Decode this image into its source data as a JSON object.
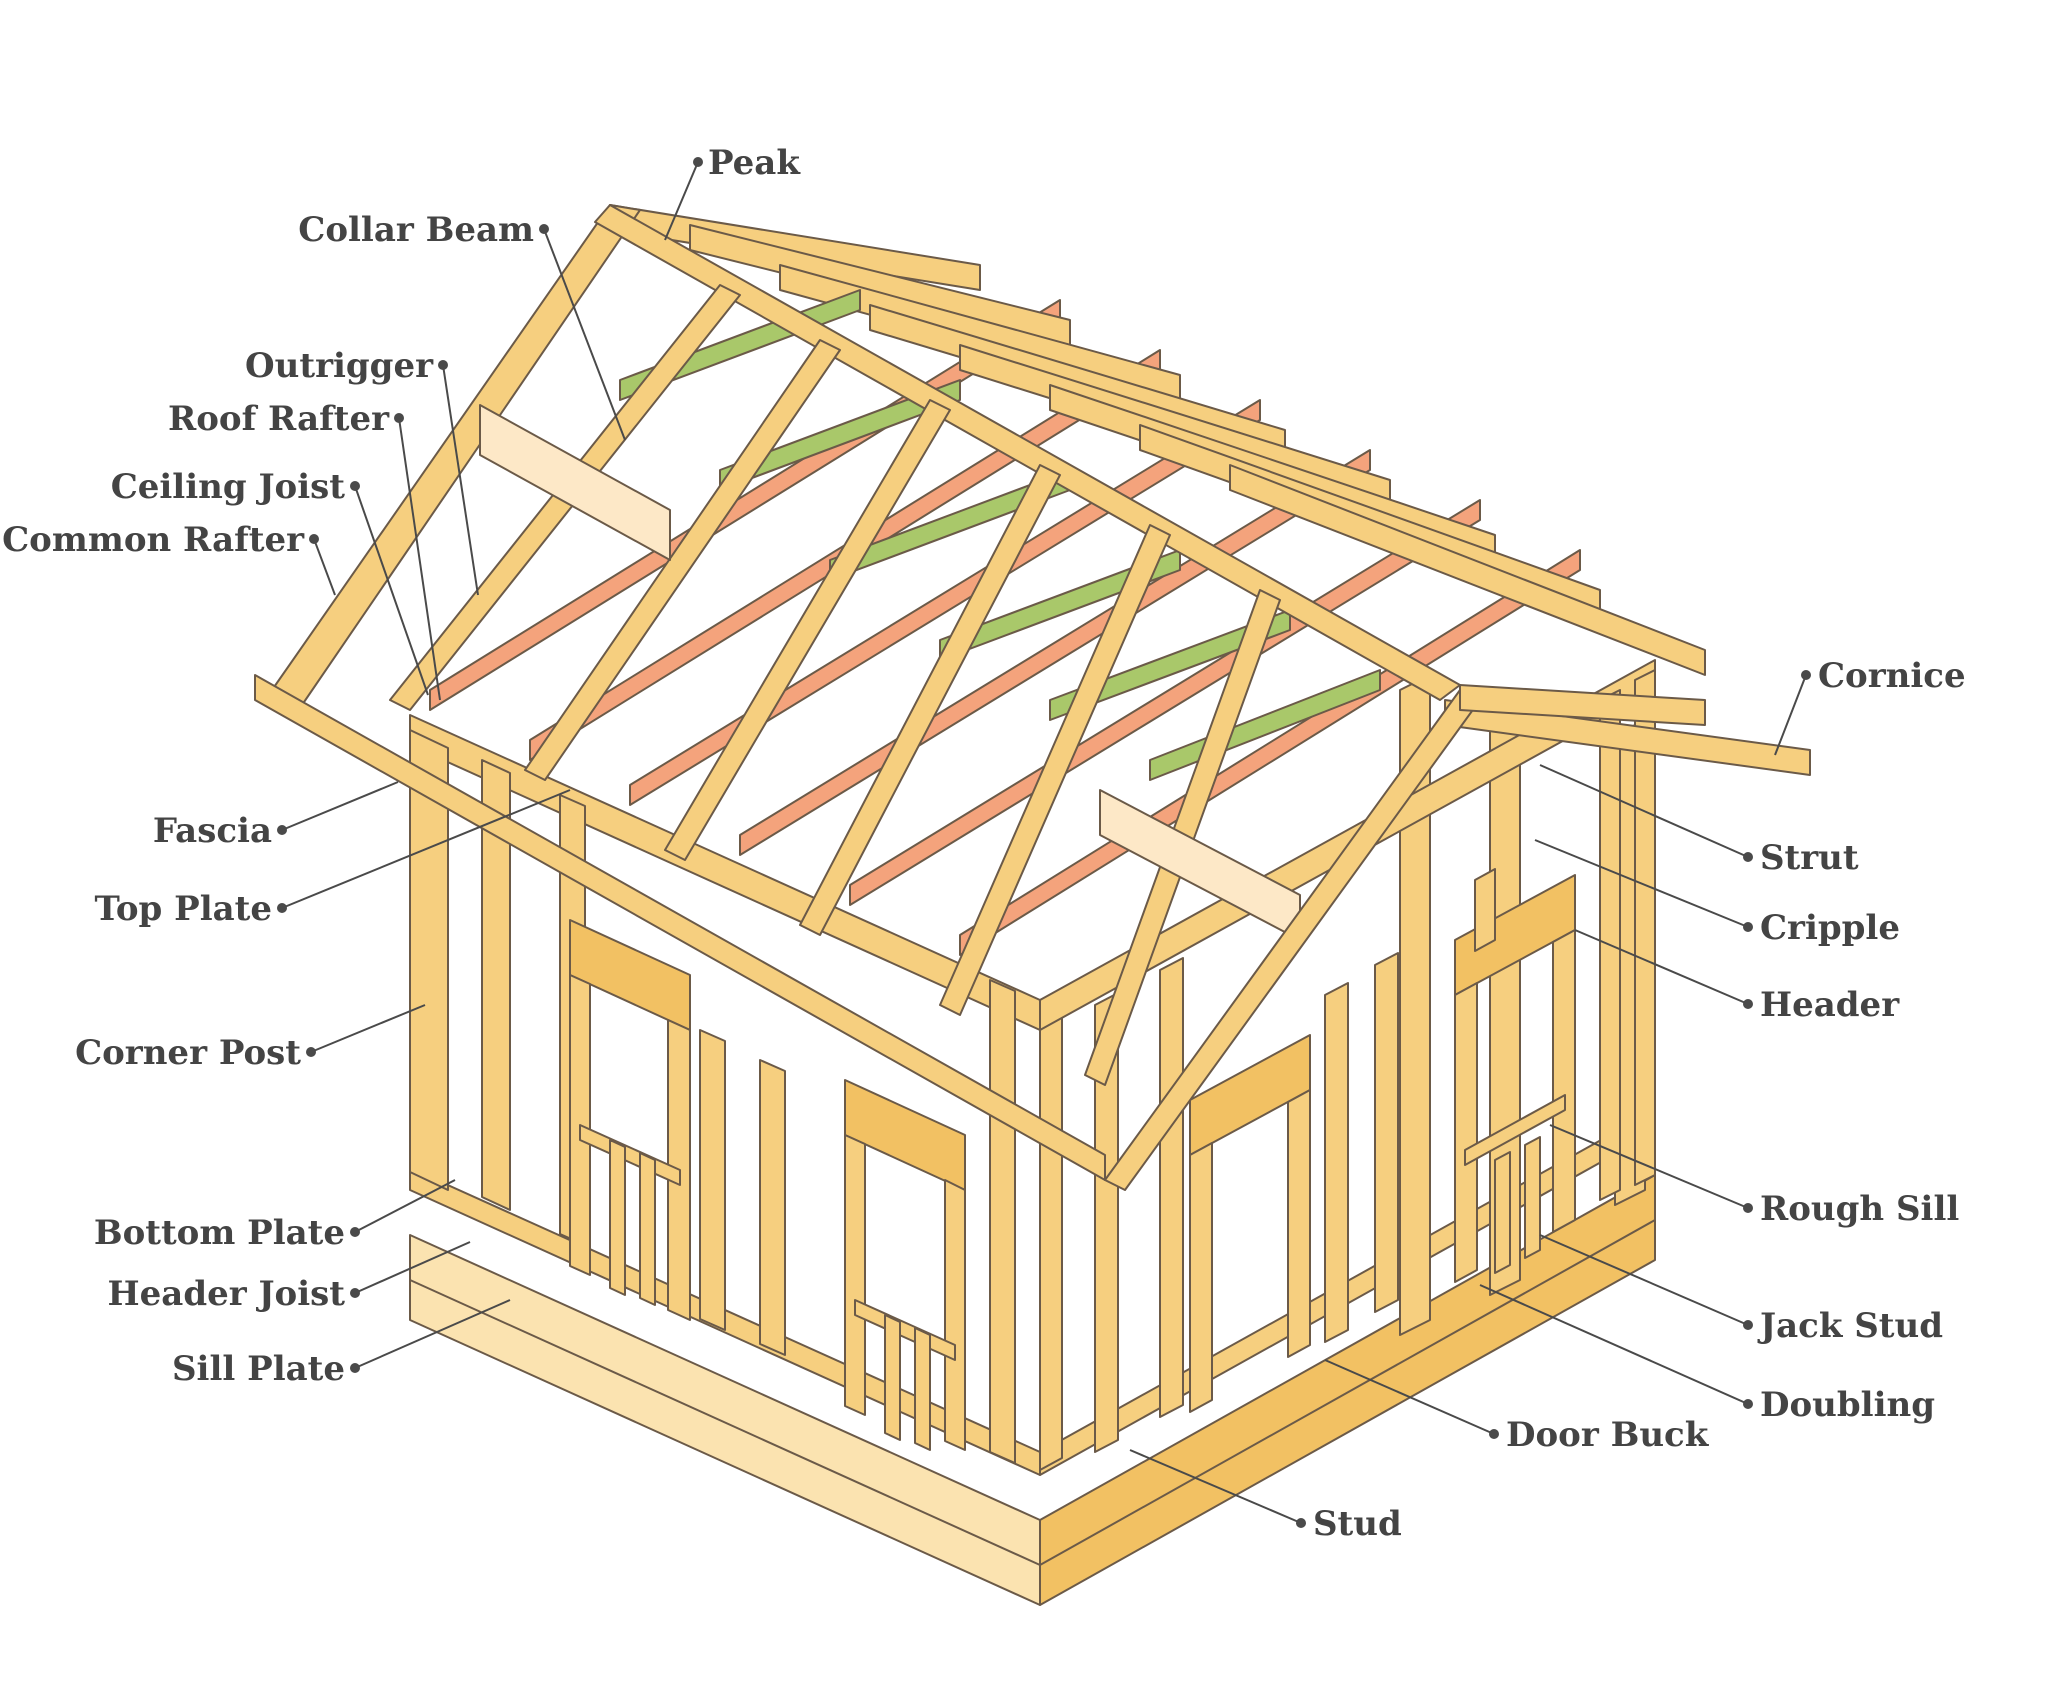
{
  "diagram": {
    "labels": {
      "peak": "Peak",
      "collar_beam": "Collar Beam",
      "outrigger": "Outrigger",
      "roof_rafter": "Roof Rafter",
      "ceiling_joist": "Ceiling Joist",
      "common_rafter": "Common Rafter",
      "fascia": "Fascia",
      "top_plate": "Top Plate",
      "corner_post": "Corner Post",
      "bottom_plate": "Bottom Plate",
      "header_joist": "Header Joist",
      "sill_plate": "Sill Plate",
      "cornice": "Cornice",
      "strut": "Strut",
      "cripple": "Cripple",
      "header": "Header",
      "rough_sill": "Rough Sill",
      "jack_stud": "Jack Stud",
      "doubling": "Doubling",
      "door_buck": "Door Buck",
      "stud": "Stud"
    },
    "colors": {
      "lumber": "#f6cf7f",
      "lumber_light": "#fbe3b0",
      "ceiling_joist": "#f4a37c",
      "collar_beam": "#a9c86a",
      "outline": "#6b5a48",
      "label_text": "#444444"
    }
  }
}
